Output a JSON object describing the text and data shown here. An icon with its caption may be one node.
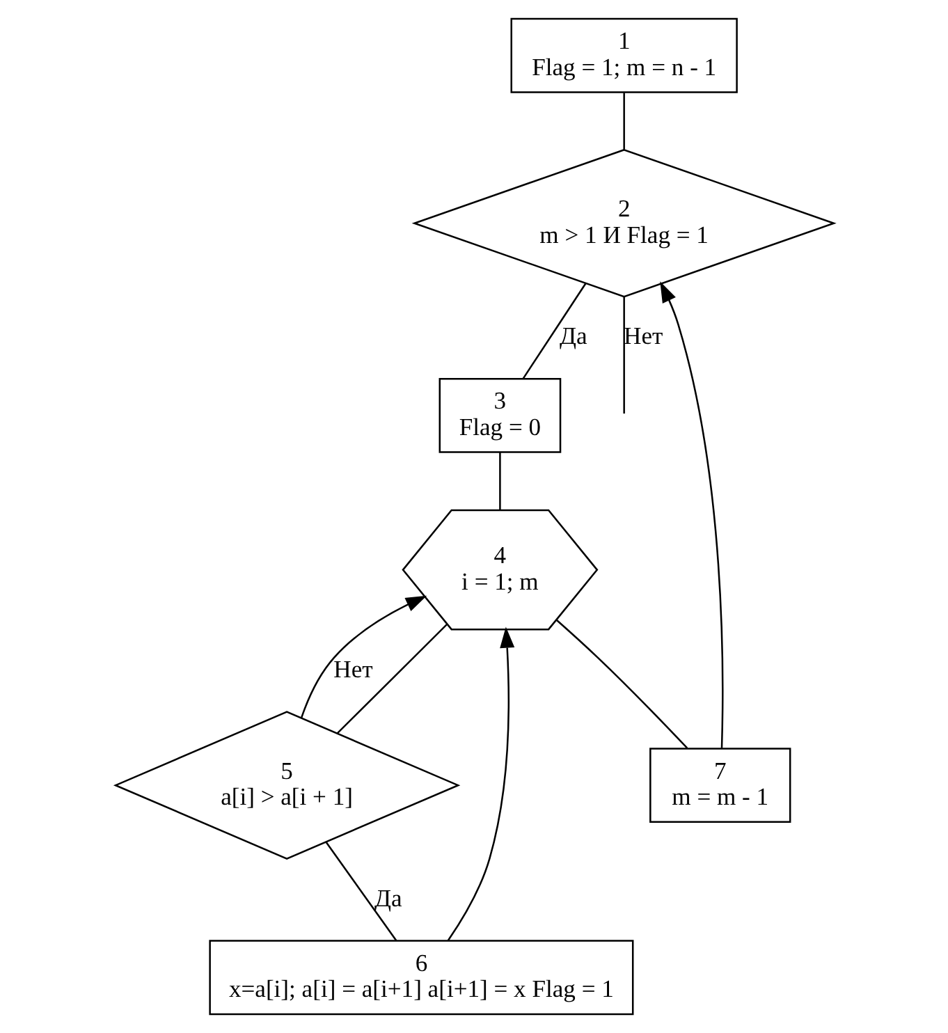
{
  "diagram": {
    "nodes": [
      {
        "text": [
          "1",
          "Flag = 1; m = n - 1"
        ]
      },
      {
        "text": [
          "2",
          "m > 1 И Flag = 1"
        ]
      },
      {
        "text": [
          "3",
          "Flag = 0"
        ]
      },
      {
        "text": [
          "4",
          "i = 1; m"
        ]
      },
      {
        "text": [
          "5",
          "a[i] > a[i + 1]"
        ]
      },
      {
        "text": [
          "6",
          "x=a[i]; a[i] = a[i+1] a[i+1] = x Flag = 1"
        ]
      },
      {
        "text": [
          "7",
          "m = m - 1"
        ]
      }
    ],
    "edges": [
      {
        "from": 0,
        "to": 1,
        "arrow": "none"
      },
      {
        "from": 1,
        "to": 2,
        "arrow": "none",
        "label": "Да"
      },
      {
        "from": 1,
        "to": null,
        "arrow": "none",
        "label": "Нет"
      },
      {
        "from": 2,
        "to": 3,
        "arrow": "none"
      },
      {
        "from": 3,
        "to": 4,
        "arrow": "none"
      },
      {
        "from": 4,
        "to": 5,
        "arrow": "none",
        "label": "Да"
      },
      {
        "from": 4,
        "to": 3,
        "arrow": "to",
        "label": "Нет"
      },
      {
        "from": 5,
        "to": 3,
        "arrow": "to"
      },
      {
        "from": 3,
        "to": 6,
        "arrow": "none"
      },
      {
        "from": 6,
        "to": 1,
        "arrow": "to"
      }
    ]
  }
}
